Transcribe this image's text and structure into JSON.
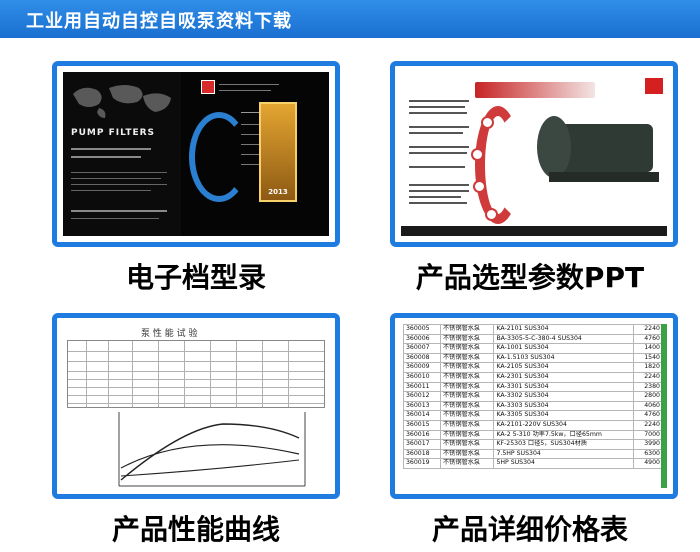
{
  "banner": {
    "title": "工业用自动自控自吸泵资料下载"
  },
  "cards": [
    {
      "caption": "电子档型录"
    },
    {
      "caption": "产品选型参数PPT"
    },
    {
      "caption": "产品性能曲线"
    },
    {
      "caption": "产品详细价格表"
    }
  ],
  "catalog": {
    "brand": "PUMP FILTERS",
    "year": "2013"
  },
  "curve": {
    "title": "泵 性 能 试 验"
  },
  "price_rows": [
    {
      "code": "360005",
      "name": "不锈钢管水泵",
      "model": "KA-2101 SUS304",
      "price": "2240"
    },
    {
      "code": "360006",
      "name": "不锈钢管水泵",
      "model": "BA-3305-5-C-380-4 SUS304",
      "price": "4760"
    },
    {
      "code": "360007",
      "name": "不锈钢管水泵",
      "model": "KA-1001 SUS304",
      "price": "1400"
    },
    {
      "code": "360008",
      "name": "不锈钢管水泵",
      "model": "KA-1.5103 SUS304",
      "price": "1540"
    },
    {
      "code": "360009",
      "name": "不锈钢管水泵",
      "model": "KA-2105 SUS304",
      "price": "1820"
    },
    {
      "code": "360010",
      "name": "不锈钢管水泵",
      "model": "KA-2301 SUS304",
      "price": "2240"
    },
    {
      "code": "360011",
      "name": "不锈钢管水泵",
      "model": "KA-3301 SUS304",
      "price": "2380"
    },
    {
      "code": "360012",
      "name": "不锈钢管水泵",
      "model": "KA-3302 SUS304",
      "price": "2800"
    },
    {
      "code": "360013",
      "name": "不锈钢管水泵",
      "model": "KA-3303 SUS304",
      "price": "4060"
    },
    {
      "code": "360014",
      "name": "不锈钢管水泵",
      "model": "KA-3305 SUS304",
      "price": "4760"
    },
    {
      "code": "360015",
      "name": "不锈钢管水泵",
      "model": "KA-2101-220V SUS304",
      "price": "2240"
    },
    {
      "code": "360016",
      "name": "不锈钢管水泵",
      "model": "KA-2 5-310 功率7.5kw，口径65mm",
      "price": "7000"
    },
    {
      "code": "360017",
      "name": "不锈钢管水泵",
      "model": "KF-25303 口径5，SUS304材质",
      "price": "3990"
    },
    {
      "code": "360018",
      "name": "不锈钢管水泵",
      "model": "7.5HP SUS304",
      "price": "6300"
    },
    {
      "code": "360019",
      "name": "不锈钢管水泵",
      "model": "5HP SUS304",
      "price": "4900"
    }
  ]
}
